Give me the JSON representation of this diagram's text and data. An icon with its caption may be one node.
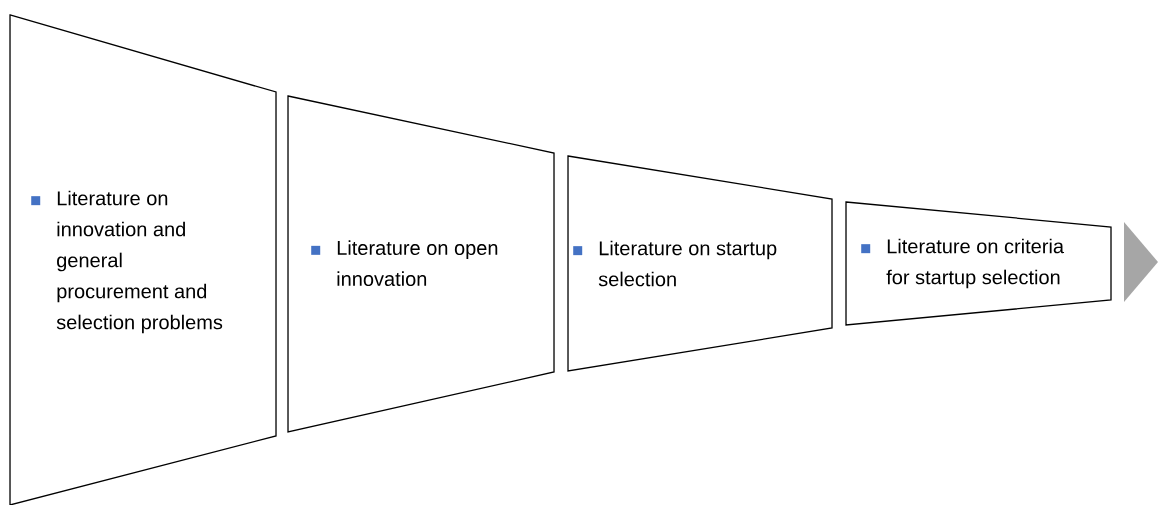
{
  "diagram": {
    "nodes": [
      {
        "text": [
          "Literature on innovation and general procurement and selection problems"
        ]
      },
      {
        "text": [
          "Literature on open innovation"
        ]
      },
      {
        "text": [
          "Literature on startup selection"
        ]
      },
      {
        "text": [
          "Literature on criteria for startup selection"
        ]
      }
    ]
  }
}
